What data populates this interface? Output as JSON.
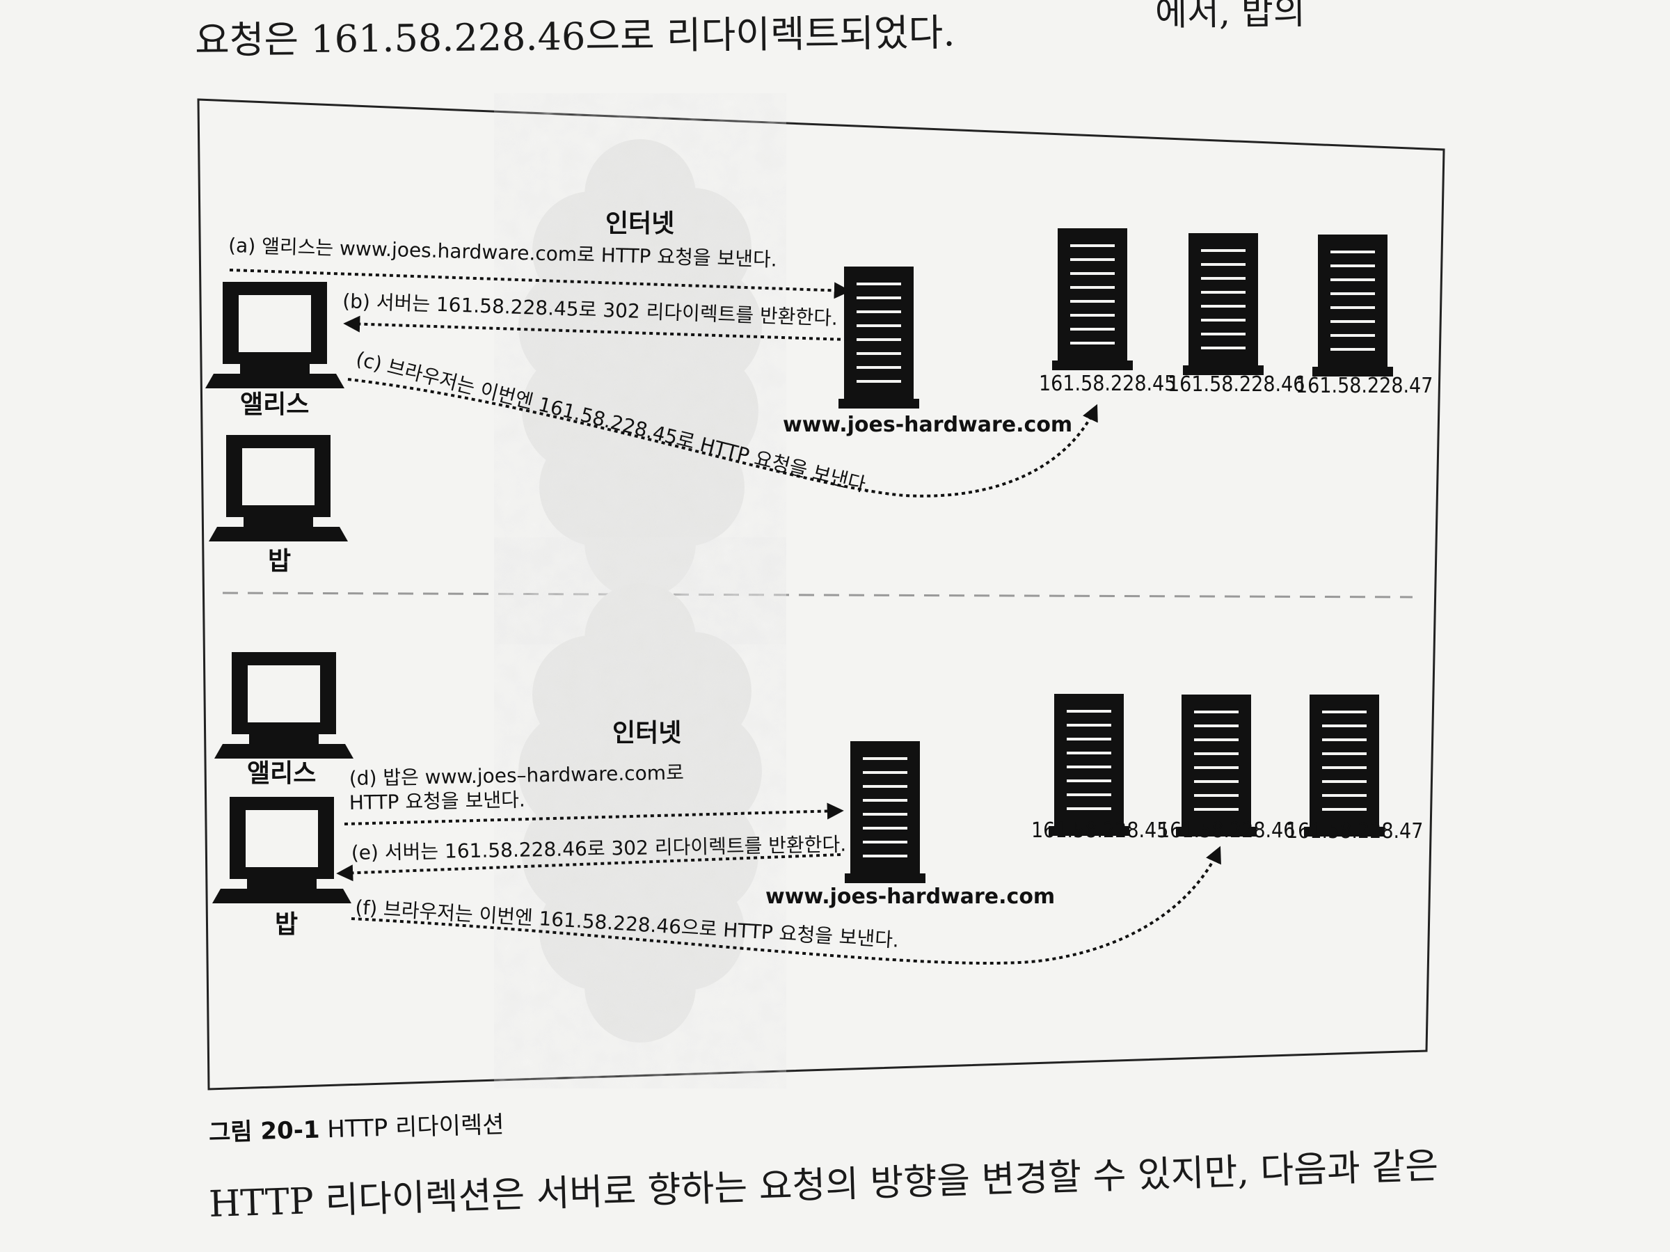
{
  "page": {
    "top_line": "요청은 161.58.228.46으로 리다이렉트되었다.",
    "top_right_fragment": "에서, 밥의",
    "bottom_line": "HTTP 리다이렉션은 서버로 향하는 요청의 방향을 변경할 수 있지만, 다음과 같은"
  },
  "caption": {
    "number": "그림 20-1",
    "title": "HTTP 리다이렉션"
  },
  "top_panel": {
    "cloud_label": "인터넷",
    "clients": {
      "alice": "앨리스",
      "bob": "밥"
    },
    "host": "www.joes-hardware.com",
    "servers": [
      "161.58.228.45",
      "161.58.228.46",
      "161.58.228.47"
    ],
    "steps": {
      "a": "(a) 앨리스는 www.joes.hardware.com로 HTTP 요청을 보낸다.",
      "b": "(b) 서버는 161.58.228.45로 302 리다이렉트를 반환한다.",
      "c": "(c) 브라우저는 이번엔 161.58.228.45로 HTTP 요청을 보낸다."
    }
  },
  "bottom_panel": {
    "cloud_label": "인터넷",
    "clients": {
      "alice": "앨리스",
      "bob": "밥"
    },
    "host": "www.joes-hardware.com",
    "servers": [
      "161.58.228.45",
      "161.58.228.46",
      "161.58.228.47"
    ],
    "steps": {
      "d1": "(d) 밥은 www.joes–hardware.com로",
      "d2": "HTTP 요청을 보낸다.",
      "e": "(e) 서버는 161.58.228.46로 302 리다이렉트를 반환한다.",
      "f": "(f) 브라우저는 이번엔 161.58.228.46으로 HTTP 요청을 보낸다."
    }
  }
}
